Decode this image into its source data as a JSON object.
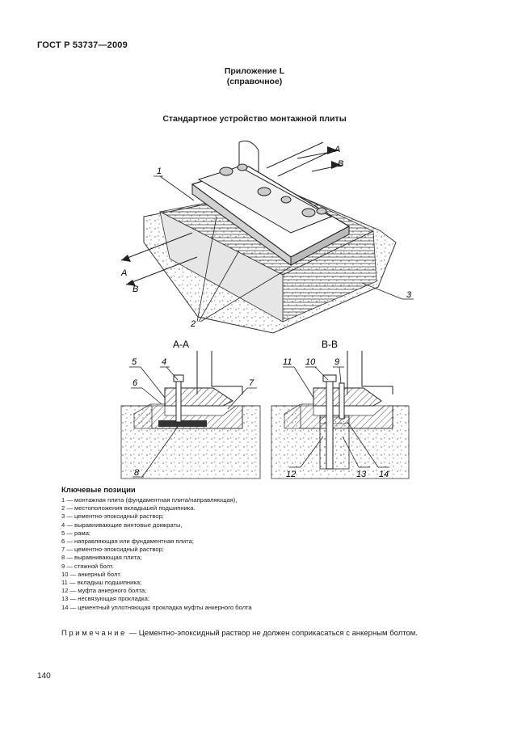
{
  "header": {
    "doc_id": "ГОСТ Р 53737—2009"
  },
  "appendix": {
    "line1": "Приложение L",
    "line2": "(справочное)"
  },
  "figure": {
    "title": "Стандартное устройство монтажной плиты",
    "section_aa": "А-А",
    "section_bb": "В-В",
    "cut_labels": {
      "a_top": "A",
      "b_top": "B",
      "a_left": "A",
      "b_left": "B"
    },
    "callouts": {
      "c1": "1",
      "c2": "2",
      "c3": "3",
      "c4": "4",
      "c5": "5",
      "c6": "6",
      "c7": "7",
      "c8": "8",
      "c9": "9",
      "c10": "10",
      "c11": "11",
      "c12": "12",
      "c13": "13",
      "c14": "14"
    }
  },
  "key_positions": {
    "heading": "Ключевые позиции",
    "items": [
      "1 — монтажная плита (фундаментная плита/направляющая),",
      "2 — местоположения вкладышей подшипника.",
      "3 — цементно-эпоксидный раствор;",
      "4 — выравнивающие винтовые домкраты,",
      "5 — рама;",
      "6 — направляющая или фундаментная плита;",
      "7 — цементно-эпоксидный раствор;",
      "8 — выравнивающая плита;",
      "9 — стяжной болт.",
      "10 — анкерный болт.",
      "11 — вкладыш подшипника;",
      "12 — муфта анкерного болта;",
      "13 — несвязующая прокладка;",
      "14 — цементный уплотняющая прокладка муфты анкерного болта"
    ]
  },
  "note": {
    "prefix": "Примечание",
    "text": " — Цементно-эпоксидный раствор не должен соприкасаться с анкерным болтом."
  },
  "page_number": "140"
}
